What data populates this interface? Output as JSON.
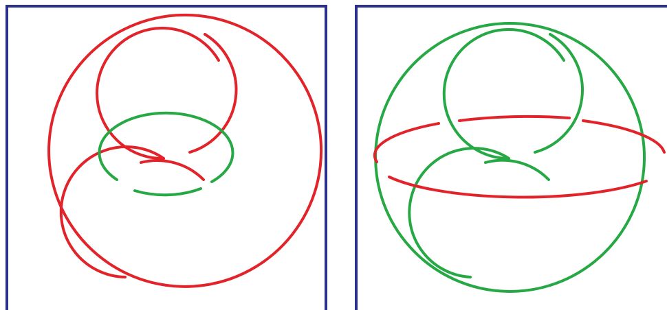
{
  "colors": {
    "frame": "#2b2f8c",
    "red": "#e2232a",
    "green": "#26a845",
    "background": "#ffffff"
  },
  "panels": [
    {
      "name": "left-link-diagram",
      "knot_color": "red",
      "ring_color": "green"
    },
    {
      "name": "right-link-diagram",
      "knot_color": "green",
      "ring_color": "red"
    }
  ]
}
